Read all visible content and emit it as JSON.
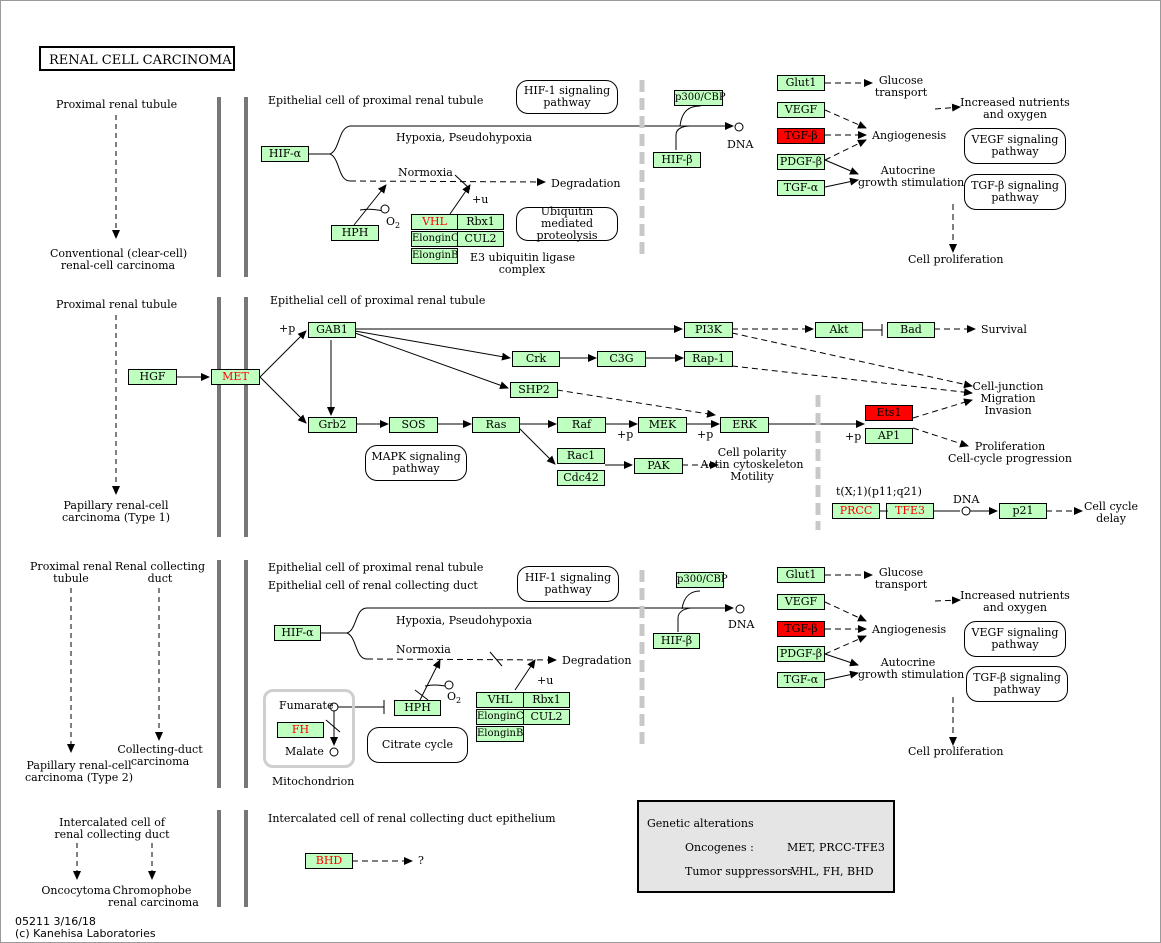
{
  "title": "RENAL CELL CARCINOMA",
  "footer": {
    "id_date": "05211 3/16/18",
    "copyright": "(c) Kanehisa Laboratories"
  },
  "left_labels": {
    "proximal_tubule_1": "Proximal renal tubule",
    "conventional": [
      "Conventional (clear-cell)",
      "renal-cell carcinoma"
    ],
    "proximal_tubule_2": "Proximal renal tubule",
    "papillary1": [
      "Papillary renal-cell",
      "carcinoma (Type 1)"
    ],
    "proximal_tubule_3": [
      "Proximal renal",
      "tubule"
    ],
    "collecting_duct": [
      "Renal collecting",
      "duct"
    ],
    "papillary2": [
      "Papillary renal-cell",
      "carcinoma (Type 2)"
    ],
    "collecting_carcinoma": [
      "Collecting-duct",
      "carcinoma"
    ],
    "intercalated": [
      "Intercalated cell of",
      "renal collecting duct"
    ],
    "oncocytoma": "Oncocytoma",
    "chromophobe": [
      "Chromophobe",
      "renal carcinoma"
    ]
  },
  "sections": {
    "s1_header": "Epithelial cell of proximal renal tubule",
    "s2_header": "Epithelial cell of proximal renal tubule",
    "s3_header1": "Epithelial cell of proximal renal tubule",
    "s3_header2": "Epithelial cell of renal collecting duct",
    "s4_header": "Intercalated cell of renal collecting duct epithelium"
  },
  "section1": {
    "hif1_path": [
      "HIF-1 signaling",
      "pathway"
    ],
    "hypoxia": "Hypoxia, Pseudohypoxia",
    "normoxia": "Normoxia",
    "degradation": "Degradation",
    "ubiquitin_path": [
      "Ubiquitin mediated",
      "proteolysis"
    ],
    "e3": [
      "E3 ubiquitin ligase",
      "complex"
    ],
    "dna": "DNA",
    "plus_u": "+u",
    "o2": "O",
    "o2_sub": "2",
    "glucose": [
      "Glucose",
      "transport"
    ],
    "nutrients": [
      "Increased nutrients",
      "and oxygen"
    ],
    "angiogenesis": "Angiogenesis",
    "vegf_path": [
      "VEGF signaling",
      "pathway"
    ],
    "autocrine": [
      "Autocrine",
      "growth stimulation"
    ],
    "tgfb_path": [
      "TGF-β signaling",
      "pathway"
    ],
    "cell_prolif": "Cell proliferation",
    "genes": {
      "hif_a": "HIF-α",
      "hph": "HPH",
      "vhl": "VHL",
      "rbx1": "Rbx1",
      "elonginc": "ElonginC",
      "cul2": "CUL2",
      "elonginb": "ElonginB",
      "p300": "p300/CBP",
      "hif_b": "HIF-β",
      "glut1": "Glut1",
      "vegf": "VEGF",
      "tgfb": "TGF-β",
      "pdgfb": "PDGF-β",
      "tgfa": "TGF-α"
    }
  },
  "section2": {
    "plus_p": "+p",
    "mapk_path": [
      "MAPK signaling",
      "pathway"
    ],
    "survival": "Survival",
    "cell_junction": "Cell-junction",
    "migration": "Migration",
    "invasion": "Invasion",
    "proliferation": "Proliferation",
    "cell_cycle_prog": "Cell-cycle progression",
    "cell_polarity": "Cell polarity",
    "actin": "Actin cytoskeleton",
    "motility": "Motility",
    "translocation": "t(X;1)(p11;q21)",
    "dna": "DNA",
    "cell_cycle_delay": [
      "Cell cycle",
      "delay"
    ],
    "genes": {
      "hgf": "HGF",
      "met": "MET",
      "gab1": "GAB1",
      "pi3k": "PI3K",
      "akt": "Akt",
      "bad": "Bad",
      "crk": "Crk",
      "c3g": "C3G",
      "rap1": "Rap-1",
      "shp2": "SHP2",
      "grb2": "Grb2",
      "sos": "SOS",
      "ras": "Ras",
      "raf": "Raf",
      "mek": "MEK",
      "erk": "ERK",
      "ets1": "Ets1",
      "ap1": "AP1",
      "rac1": "Rac1",
      "cdc42": "Cdc42",
      "pak": "PAK",
      "prcc": "PRCC",
      "tfe3": "TFE3",
      "p21": "p21"
    }
  },
  "section3": {
    "hif1_path": [
      "HIF-1 signaling",
      "pathway"
    ],
    "hypoxia": "Hypoxia, Pseudohypoxia",
    "normoxia": "Normoxia",
    "degradation": "Degradation",
    "dna": "DNA",
    "plus_u": "+u",
    "o2": "O",
    "o2_sub": "2",
    "fumarate": "Fumarate",
    "malate": "Malate",
    "citrate_path": "Citrate cycle",
    "mitochondrion": "Mitochondrion",
    "glucose": [
      "Glucose",
      "transport"
    ],
    "nutrients": [
      "Increased nutrients",
      "and oxygen"
    ],
    "angiogenesis": "Angiogenesis",
    "vegf_path": [
      "VEGF signaling",
      "pathway"
    ],
    "autocrine": [
      "Autocrine",
      "growth stimulation"
    ],
    "tgfb_path": [
      "TGF-β signaling",
      "pathway"
    ],
    "cell_prolif": "Cell proliferation",
    "genes": {
      "hif_a": "HIF-α",
      "fh": "FH",
      "hph": "HPH",
      "vhl": "VHL",
      "rbx1": "Rbx1",
      "elonginc": "ElonginC",
      "cul2": "CUL2",
      "elonginb": "ElonginB",
      "p300": "p300/CBP",
      "hif_b": "HIF-β",
      "glut1": "Glut1",
      "vegf": "VEGF",
      "tgfb": "TGF-β",
      "pdgfb": "PDGF-β",
      "tgfa": "TGF-α"
    }
  },
  "section4": {
    "genes": {
      "bhd": "BHD"
    },
    "unknown": "?"
  },
  "legend": {
    "title": "Genetic alterations",
    "oncogenes_label": "Oncogenes :",
    "oncogenes_value": "MET,  PRCC-TFE3",
    "suppressors_label": "Tumor suppressors :",
    "suppressors_value": "VHL, FH, BHD"
  },
  "colors": {
    "gene_fill": "#bfffbf",
    "altered_fill": "#ff0000",
    "altered_text": "#ff0000"
  }
}
